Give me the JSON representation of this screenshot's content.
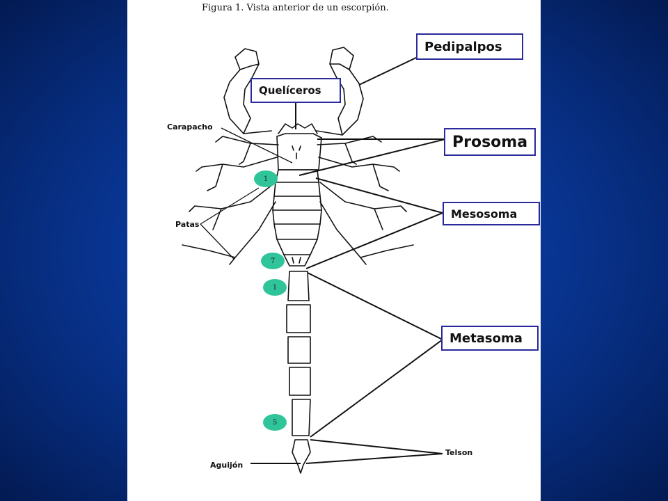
{
  "caption": "Figura 1. Vista anterior de un escorpión.",
  "labels": {
    "pedipalpos": "Pedipalpos",
    "queliceros": "Quelíceros",
    "prosoma": "Prosoma",
    "mesosoma": "Mesosoma",
    "metasoma": "Metasoma"
  },
  "hand_labels": {
    "carapacho": "Carapacho",
    "patas": "Patas",
    "telson": "Telson",
    "aguijon": "Aguijón"
  },
  "badges": {
    "mesosoma_start": "1",
    "mesosoma_end": "7",
    "metasoma_start": "1",
    "metasoma_end": "5"
  },
  "colors": {
    "badge": "#2fc49a",
    "label_border": "#2a2a9a",
    "background": "#0a3a9e"
  }
}
